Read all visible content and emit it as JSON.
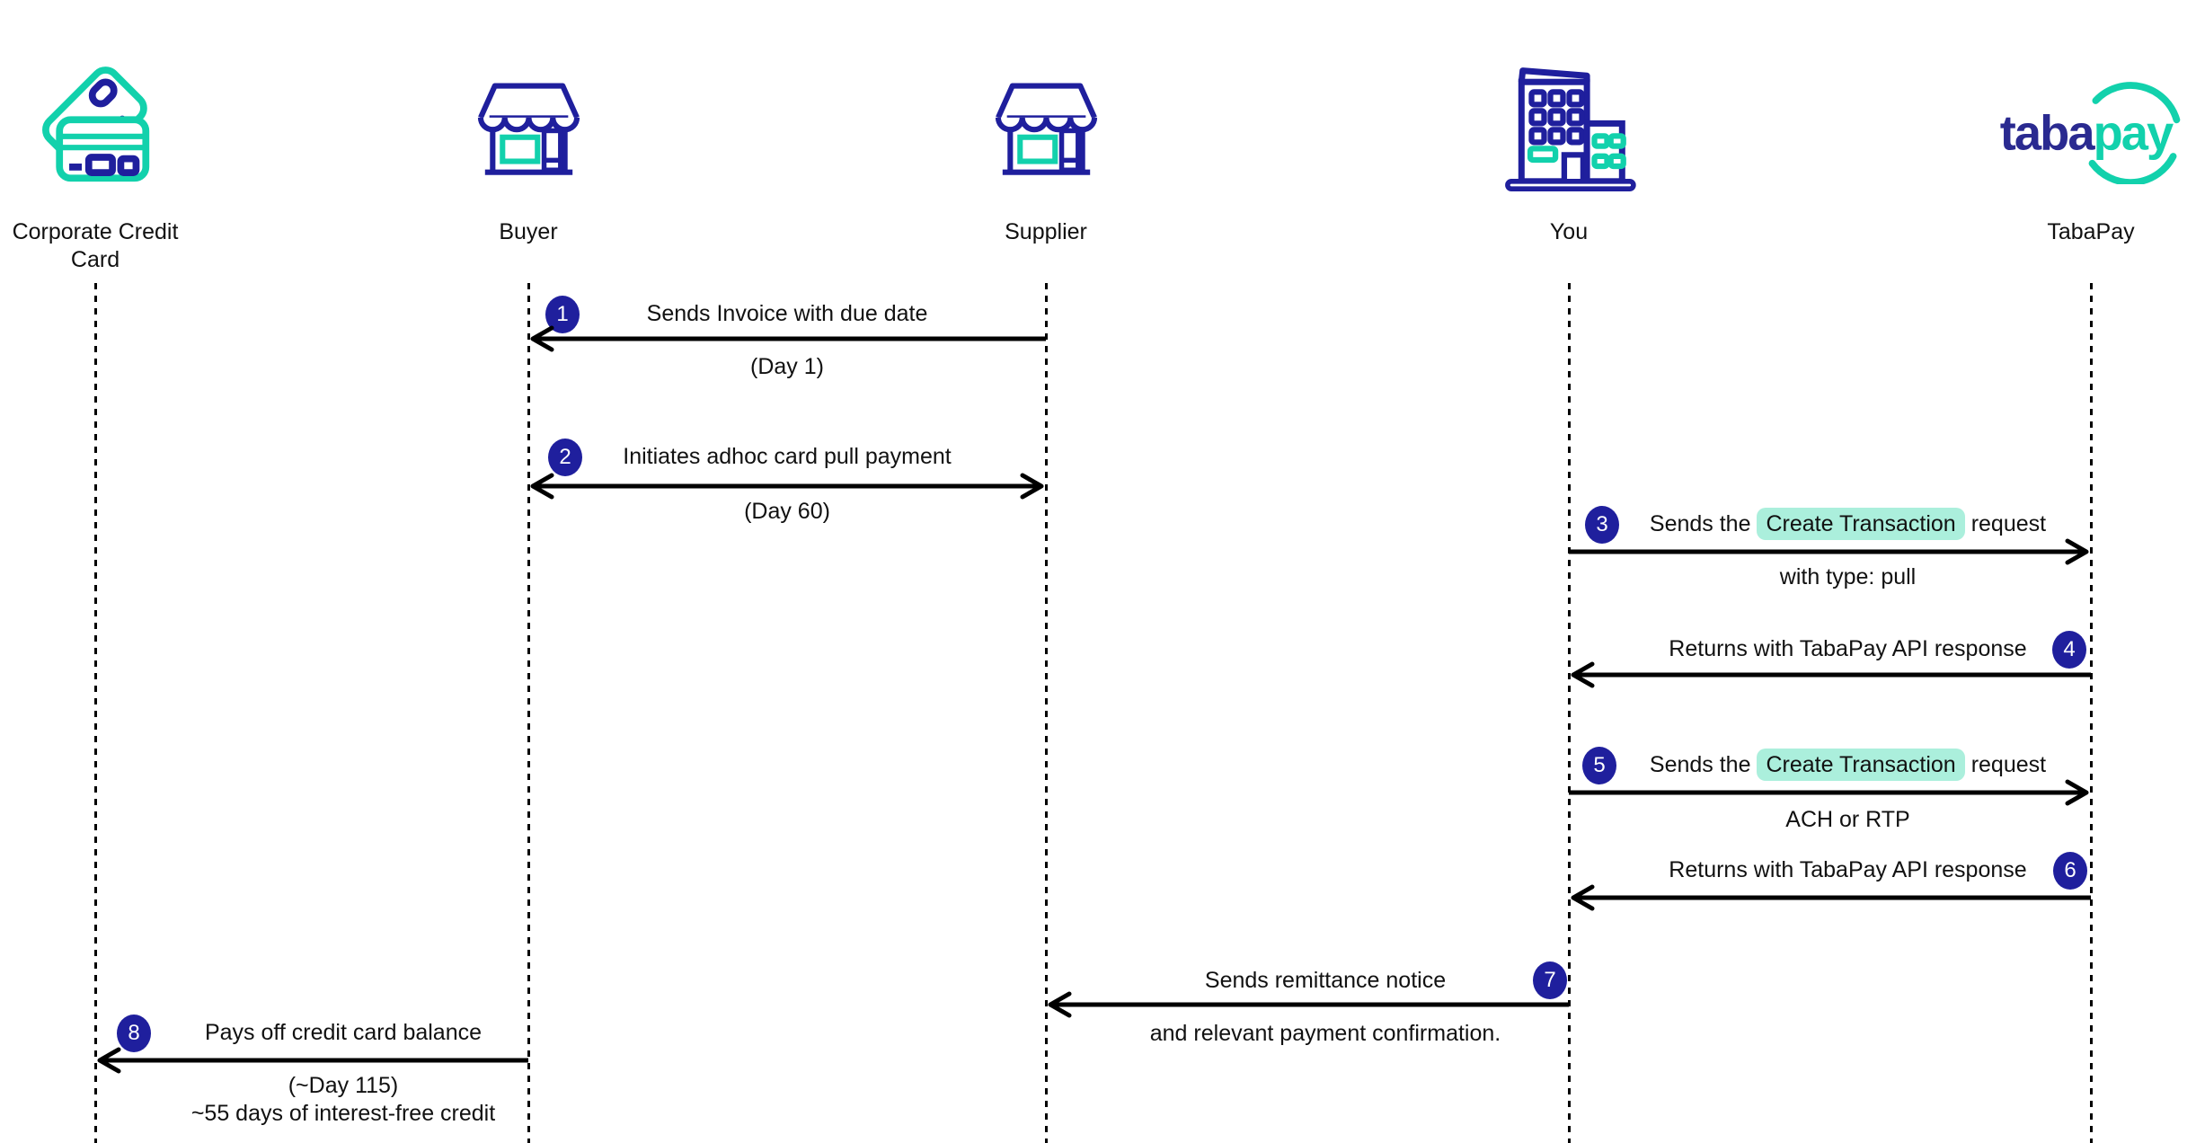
{
  "actors": [
    {
      "id": "corporate-credit-card",
      "line1": "Corporate Credit",
      "line2": "Card",
      "icon": "credit-card-icon"
    },
    {
      "id": "buyer",
      "name": "Buyer",
      "icon": "storefront-icon"
    },
    {
      "id": "supplier",
      "name": "Supplier",
      "icon": "storefront-icon"
    },
    {
      "id": "you",
      "name": "You",
      "icon": "office-building-icon"
    },
    {
      "id": "tabapay",
      "name": "TabaPay",
      "icon": "tabapay-logo"
    }
  ],
  "logo": {
    "part_navy": "taba",
    "part_teal": "pay"
  },
  "messages": [
    {
      "step": "1",
      "from": "Supplier",
      "to": "Buyer",
      "label": "Sends Invoice with due date",
      "sublabel": "(Day 1)"
    },
    {
      "step": "2",
      "from": "Buyer",
      "to": "Supplier",
      "label": "Initiates adhoc card pull payment",
      "sublabel": "(Day 60)"
    },
    {
      "step": "3",
      "from": "You",
      "to": "TabaPay",
      "label_prefix": "Sends the",
      "label_highlight": "Create Transaction",
      "label_suffix": "request",
      "sublabel": "with type: pull"
    },
    {
      "step": "4",
      "from": "TabaPay",
      "to": "You",
      "label": "Returns with TabaPay API response"
    },
    {
      "step": "5",
      "from": "You",
      "to": "TabaPay",
      "label_prefix": "Sends the",
      "label_highlight": "Create Transaction",
      "label_suffix": "request",
      "sublabel": "ACH or RTP"
    },
    {
      "step": "6",
      "from": "TabaPay",
      "to": "You",
      "label": "Returns with TabaPay API response"
    },
    {
      "step": "7",
      "from": "You",
      "to": "Supplier",
      "label": "Sends remittance notice",
      "sublabel": "and relevant payment confirmation."
    },
    {
      "step": "8",
      "from": "Buyer",
      "to": "Corporate Credit Card",
      "label": "Pays off credit card balance",
      "sublabel": "(~Day 115)",
      "sublabel2": "~55 days of interest-free credit"
    }
  ],
  "colors": {
    "navy": "#1f1f9d",
    "logo_navy": "#2a2a90",
    "teal": "#12d1ac",
    "highlight_mint": "#abefdc",
    "text": "#111111",
    "arrow": "#000000"
  }
}
